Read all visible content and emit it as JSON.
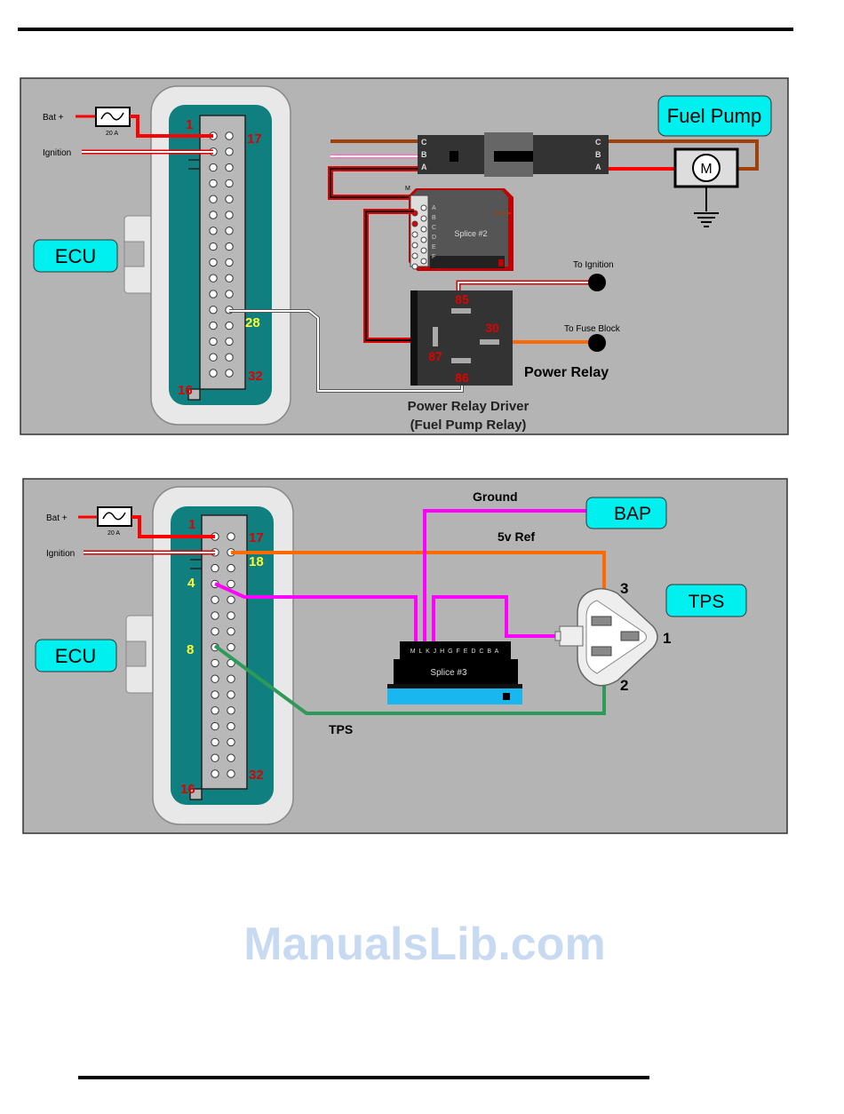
{
  "colors": {
    "panel": "#b4b4b4",
    "ecu_inner": "#0f7f80",
    "callout": "#00f0f0",
    "red": "#ff0000",
    "orange": "#ff6a00",
    "magenta": "#ff00ff",
    "green": "#2e9a5a",
    "brown": "#a0400a",
    "splice_blue": "#1ab6f0",
    "pin_red": "#e00000",
    "pin_yellow": "#ffff33"
  },
  "diagram1": {
    "bat_label": "Bat +",
    "fuse_label": "20 A",
    "ignition_label": "Ignition",
    "ecu_label": "ECU",
    "pins": {
      "p1": "1",
      "p17": "17",
      "p28": "28",
      "p16": "16",
      "p32": "32"
    },
    "fuel_pump_label": "Fuel Pump",
    "motor_label": "M",
    "connector_pins_left": [
      "C",
      "B",
      "A"
    ],
    "connector_pins_right": [
      "C",
      "B",
      "A"
    ],
    "splice_label": "Splice #2",
    "splice_top_pin": "M",
    "splice_pins": [
      "A",
      "B",
      "C",
      "D",
      "E",
      "F"
    ],
    "relay_pins": {
      "p85": "85",
      "p30": "30",
      "p87": "87",
      "p86": "86"
    },
    "to_ignition": "To Ignition",
    "to_fuse_block": "To Fuse Block",
    "power_relay": "Power Relay",
    "driver_line1": "Power Relay Driver",
    "driver_line2": "(Fuel Pump Relay)"
  },
  "diagram2": {
    "bat_label": "Bat +",
    "fuse_label": "20 A",
    "ignition_label": "Ignition",
    "ecu_label": "ECU",
    "pins": {
      "p1": "1",
      "p17": "17",
      "p18": "18",
      "p4": "4",
      "p8": "8",
      "p16": "16",
      "p32": "32"
    },
    "ground_label": "Ground",
    "ref_label": "5v Ref",
    "bap_label": "BAP",
    "tps_callout": "TPS",
    "tps_wire_label": "TPS",
    "splice_label": "Splice #3",
    "splice_pins": "M L K J H G F E D C B A",
    "tps_pins": {
      "p1": "1",
      "p2": "2",
      "p3": "3"
    }
  },
  "watermark": "ManualsLib.com"
}
